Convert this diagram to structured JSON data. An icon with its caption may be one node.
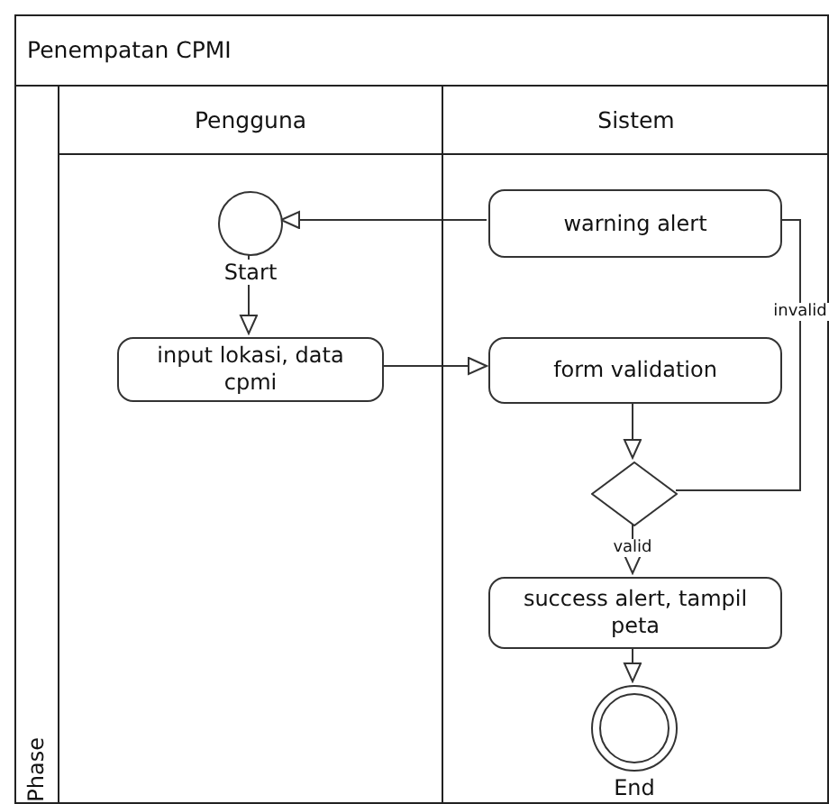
{
  "diagram": {
    "nodes": [
      {
        "text": [
          "Penempatan CPMI"
        ]
      },
      {
        "text": [
          "Phase"
        ],
        "in": 0
      },
      {
        "text": [
          "Pengguna"
        ],
        "in": 0
      },
      {
        "text": [
          "Sistem"
        ],
        "in": 0
      },
      {
        "text": [],
        "shape": "circle",
        "beside": [
          "Start"
        ],
        "in": 2
      },
      {
        "text": [
          "input lokasi, data cpmi"
        ],
        "in": 2
      },
      {
        "text": [
          "warning alert"
        ],
        "in": 3
      },
      {
        "text": [
          "form validation"
        ],
        "in": 3
      },
      {
        "text": [],
        "shape": "diamond",
        "in": 3
      },
      {
        "text": [
          "success alert, tampil peta"
        ],
        "in": 3
      },
      {
        "text": [],
        "shape": "circle",
        "beside": [
          "End"
        ],
        "in": 3
      }
    ],
    "edges": [
      {
        "from": 6,
        "to": 4,
        "arrow": "to"
      },
      {
        "from": 4,
        "to": 5,
        "arrow": "to"
      },
      {
        "from": 5,
        "to": 7,
        "arrow": "to"
      },
      {
        "from": 7,
        "to": 8,
        "arrow": "to"
      },
      {
        "from": 8,
        "to": 6,
        "arrow": "none",
        "label": "invalid"
      },
      {
        "from": 8,
        "to": 9,
        "arrow": "to",
        "label": "valid"
      },
      {
        "from": 9,
        "to": 10,
        "arrow": "to"
      }
    ]
  }
}
